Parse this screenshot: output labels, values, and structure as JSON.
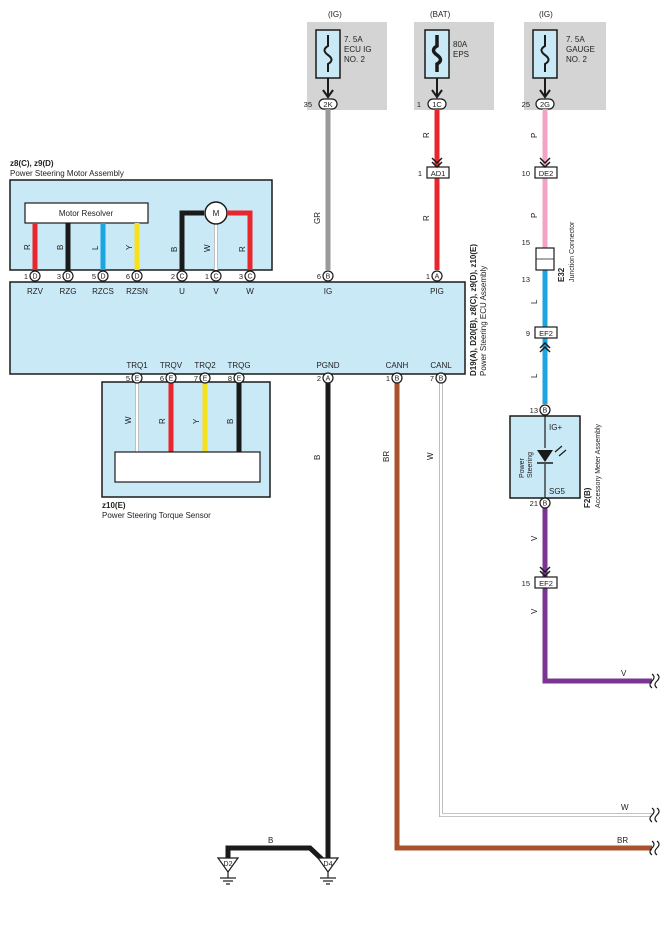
{
  "fuses": {
    "ig1": {
      "source": "(IG)",
      "rating": "7. 5A",
      "name1": "ECU IG",
      "name2": "NO. 2",
      "pin": "35",
      "conn": "2K"
    },
    "bat": {
      "source": "(BAT)",
      "rating": "80A",
      "name1": "EPS",
      "pin": "1",
      "conn": "1C"
    },
    "ig2": {
      "source": "(IG)",
      "rating": "7. 5A",
      "name1": "GAUGE",
      "name2": "NO. 2",
      "pin": "25",
      "conn": "2G"
    }
  },
  "motor": {
    "id": "z8(C), z9(D)",
    "name": "Power Steering Motor Assembly",
    "resolver": "Motor Resolver",
    "m": "M",
    "wires": [
      {
        "color": "R"
      },
      {
        "color": "B"
      },
      {
        "color": "L"
      },
      {
        "color": "Y"
      },
      {
        "color": "B"
      },
      {
        "color": "W"
      },
      {
        "color": "R"
      }
    ]
  },
  "ecu": {
    "id": "D19(A), D20(B), z8(C), z9(D), z10(E)",
    "name": "Power Steering ECU Assembly",
    "top_pins": [
      {
        "pin": "1",
        "conn": "D",
        "label": "RZV"
      },
      {
        "pin": "3",
        "conn": "D",
        "label": "RZG"
      },
      {
        "pin": "5",
        "conn": "D",
        "label": "RZCS"
      },
      {
        "pin": "6",
        "conn": "D",
        "label": "RZSN"
      },
      {
        "pin": "2",
        "conn": "C",
        "label": "U"
      },
      {
        "pin": "1",
        "conn": "C",
        "label": "V"
      },
      {
        "pin": "3",
        "conn": "C",
        "label": "W"
      },
      {
        "pin": "6",
        "conn": "B",
        "label": "IG"
      },
      {
        "pin": "1",
        "conn": "A",
        "label": "PIG"
      }
    ],
    "bottom_pins": [
      {
        "pin": "5",
        "conn": "E",
        "label": "TRQ1"
      },
      {
        "pin": "6",
        "conn": "E",
        "label": "TRQV"
      },
      {
        "pin": "7",
        "conn": "E",
        "label": "TRQ2"
      },
      {
        "pin": "8",
        "conn": "E",
        "label": "TRQG"
      },
      {
        "pin": "2",
        "conn": "A",
        "label": "PGND"
      },
      {
        "pin": "1",
        "conn": "B",
        "label": "CANH"
      },
      {
        "pin": "7",
        "conn": "B",
        "label": "CANL"
      }
    ]
  },
  "torque": {
    "id": "z10(E)",
    "name": "Power Steering Torque Sensor",
    "wires": [
      {
        "color": "W"
      },
      {
        "color": "R"
      },
      {
        "color": "Y"
      },
      {
        "color": "B"
      }
    ]
  },
  "wires": {
    "gr": "GR",
    "r_top": "R",
    "r_mid": "R",
    "p_top": "P",
    "p_mid": "P",
    "l_top": "L",
    "l_bot": "L",
    "v_top": "V",
    "v_bot": "V",
    "v_right": "V",
    "b": "B",
    "br": "BR",
    "w": "W",
    "w_right": "W",
    "br_right": "BR",
    "b_ground": "B"
  },
  "connectors": {
    "ad1": {
      "pin": "1",
      "conn": "AD1"
    },
    "de2": {
      "pin": "10",
      "conn": "DE2"
    },
    "e32": {
      "id": "E32",
      "name": "Junction Connector",
      "pin_top": "15",
      "pin_bot": "13"
    },
    "ef2_upper": {
      "pin": "9",
      "conn": "EF2"
    },
    "ef2_lower": {
      "pin": "15",
      "conn": "EF2"
    }
  },
  "meter": {
    "id": "F2(B)",
    "name": "Accessory Meter Assembly",
    "pin_top": "13",
    "conn_top": "B",
    "pin_bot": "21",
    "conn_bot": "B",
    "igplus": "IG+",
    "sg5": "SG5",
    "ind1": "Power",
    "ind2": "Steering"
  },
  "grounds": {
    "d2": "D2",
    "d4": "D4"
  },
  "colors": {
    "box_fill": "#c9e9f7",
    "fuse_bg": "#d4d4d4",
    "red": "#e8262b",
    "black": "#1a1a1a",
    "blue": "#1ba6e0",
    "yellow": "#f7e11b",
    "white": "#ffffff",
    "gray": "#9a9a9a",
    "pink": "#f2a3c6",
    "violet": "#7a3593",
    "brown": "#a8532d"
  }
}
